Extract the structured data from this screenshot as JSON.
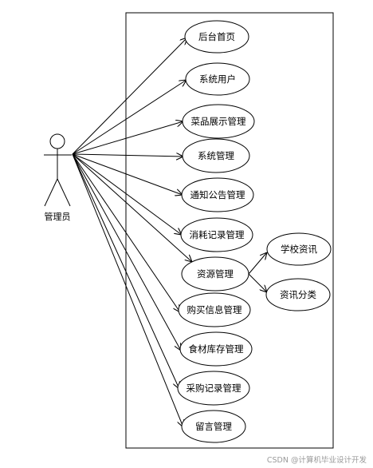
{
  "actor": {
    "label": "管理员"
  },
  "use_cases": [
    {
      "id": "home",
      "label": "后台首页"
    },
    {
      "id": "users",
      "label": "系统用户"
    },
    {
      "id": "dishes",
      "label": "菜品展示管理"
    },
    {
      "id": "system",
      "label": "系统管理"
    },
    {
      "id": "notice",
      "label": "通知公告管理"
    },
    {
      "id": "consume",
      "label": "消耗记录管理"
    },
    {
      "id": "resource",
      "label": "资源管理"
    },
    {
      "id": "purchase",
      "label": "购买信息管理"
    },
    {
      "id": "stock",
      "label": "食材库存管理"
    },
    {
      "id": "procure",
      "label": "采购记录管理"
    },
    {
      "id": "message",
      "label": "留言管理"
    }
  ],
  "sub_use_cases": [
    {
      "id": "school_news",
      "label": "学校资讯",
      "parent": "resource"
    },
    {
      "id": "news_cat",
      "label": "资讯分类",
      "parent": "resource"
    }
  ],
  "watermark": "CSDN @计算机毕业设计开发"
}
